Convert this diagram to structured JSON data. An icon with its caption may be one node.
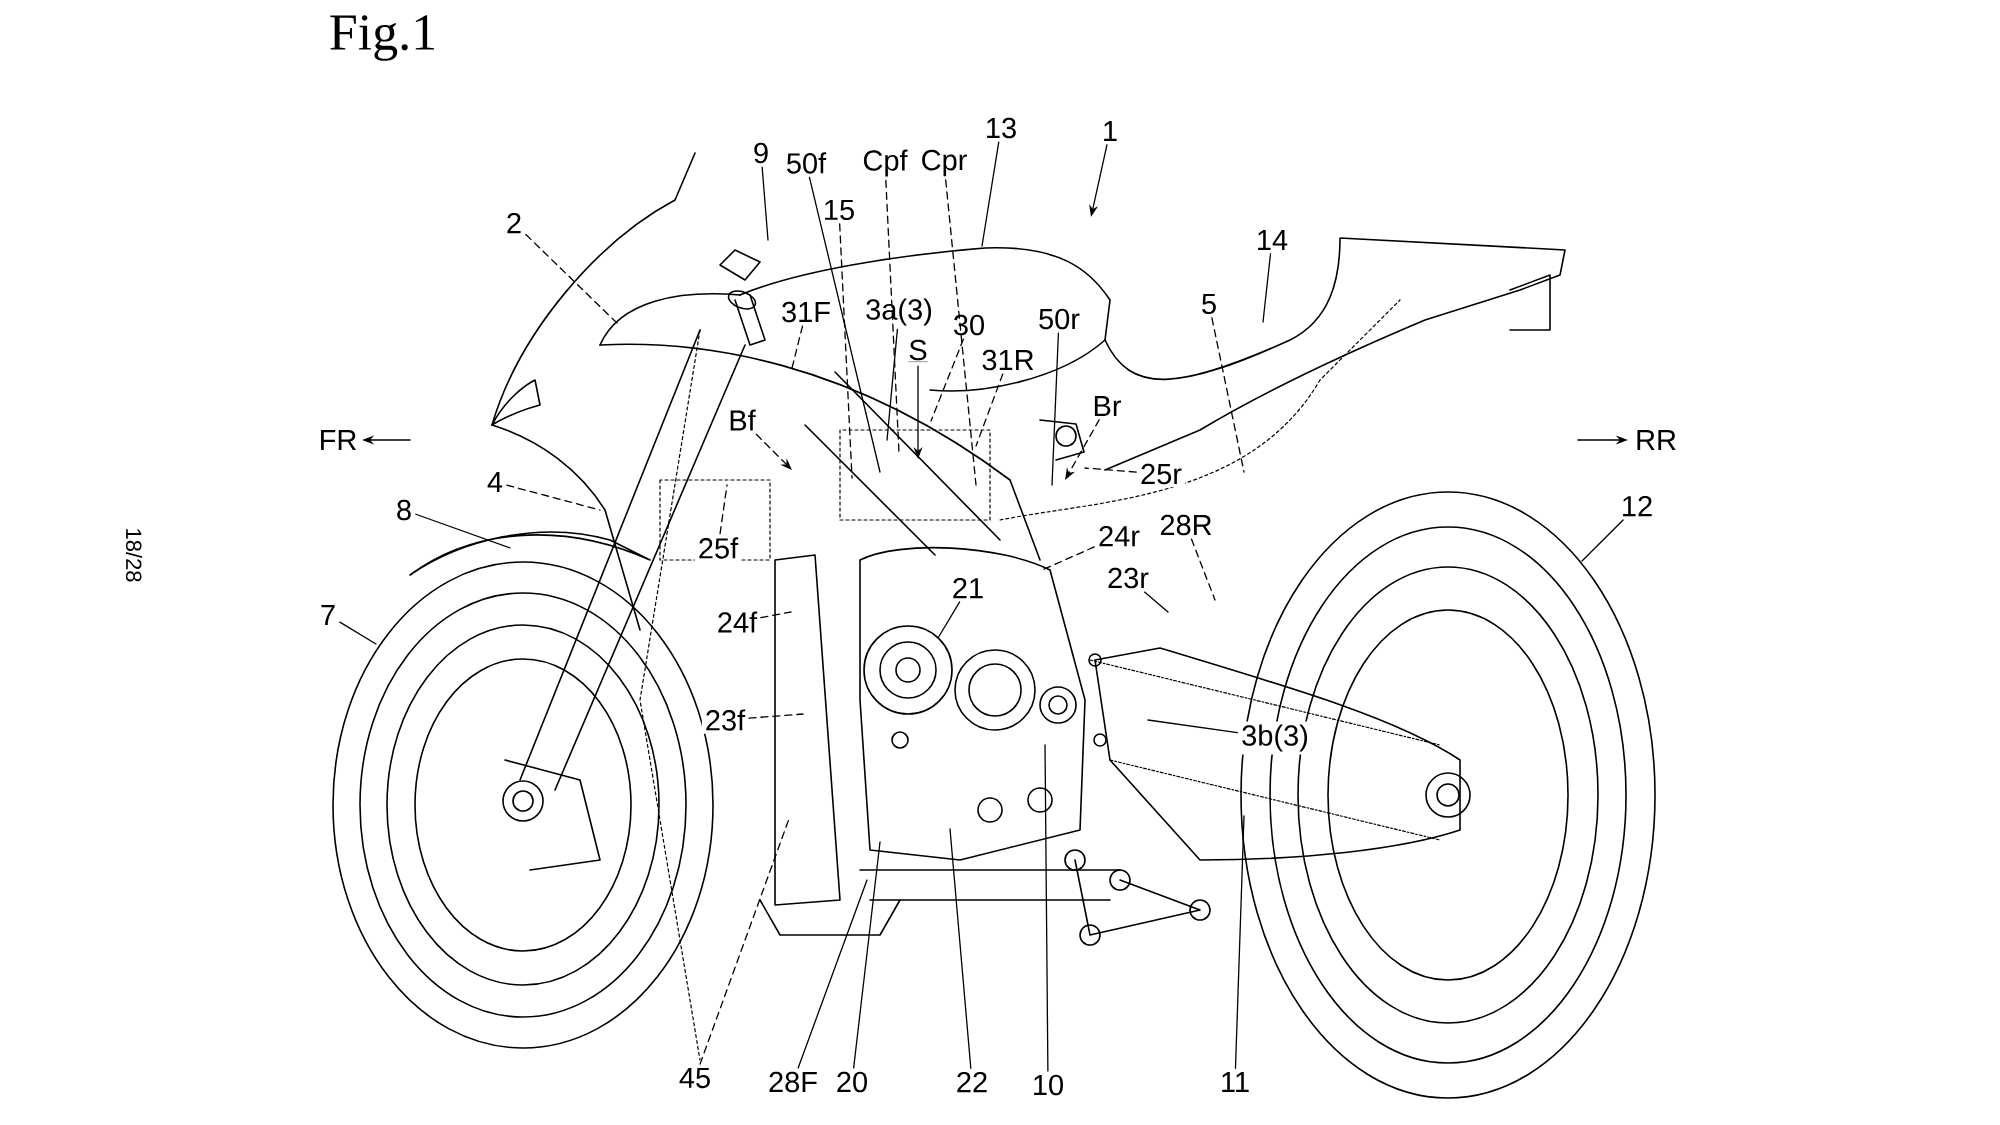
{
  "diagram": {
    "title": "Fig.1",
    "nodes": [
      {
        "text": [
          "1"
        ]
      },
      {
        "text": [
          "13"
        ]
      },
      {
        "text": [
          "9"
        ]
      },
      {
        "text": [
          "50f"
        ]
      },
      {
        "text": [
          "Cpf"
        ]
      },
      {
        "text": [
          "Cpr"
        ]
      },
      {
        "text": [
          "15"
        ]
      },
      {
        "text": [
          "2"
        ]
      },
      {
        "text": [
          "14"
        ]
      },
      {
        "text": [
          "5"
        ]
      },
      {
        "text": [
          "31F"
        ]
      },
      {
        "text": [
          "3a(3)"
        ]
      },
      {
        "text": [
          "30"
        ]
      },
      {
        "text": [
          "50r"
        ]
      },
      {
        "text": [
          "S"
        ]
      },
      {
        "text": [
          "31R"
        ]
      },
      {
        "text": [
          "Br"
        ]
      },
      {
        "text": [
          "Bf"
        ]
      },
      {
        "text": [
          "25r"
        ]
      },
      {
        "text": [
          "4"
        ]
      },
      {
        "text": [
          "8"
        ]
      },
      {
        "text": [
          "12"
        ]
      },
      {
        "text": [
          "24r"
        ]
      },
      {
        "text": [
          "28R"
        ]
      },
      {
        "text": [
          "25f"
        ]
      },
      {
        "text": [
          "23r"
        ]
      },
      {
        "text": [
          "24f"
        ]
      },
      {
        "text": [
          "21"
        ]
      },
      {
        "text": [
          "7"
        ]
      },
      {
        "text": [
          "23f"
        ]
      },
      {
        "text": [
          "3b(3)"
        ]
      },
      {
        "text": [
          "45"
        ]
      },
      {
        "text": [
          "28F"
        ]
      },
      {
        "text": [
          "20"
        ]
      },
      {
        "text": [
          "22"
        ]
      },
      {
        "text": [
          "10"
        ]
      },
      {
        "text": [
          "11"
        ]
      }
    ],
    "edges": [
      {
        "from": 0,
        "to": null,
        "arrow": "to"
      },
      {
        "from": 1,
        "to": null,
        "arrow": "none"
      },
      {
        "from": 2,
        "to": null,
        "arrow": "none"
      },
      {
        "from": 3,
        "to": null,
        "arrow": "none"
      },
      {
        "from": 4,
        "to": null,
        "arrow": "none",
        "style": "dashed"
      },
      {
        "from": 5,
        "to": null,
        "arrow": "none",
        "style": "dashed"
      },
      {
        "from": 6,
        "to": null,
        "arrow": "none",
        "style": "dashed"
      },
      {
        "from": 7,
        "to": null,
        "arrow": "none",
        "style": "dashed"
      },
      {
        "from": 8,
        "to": null,
        "arrow": "none"
      },
      {
        "from": 9,
        "to": null,
        "arrow": "none",
        "style": "dashed"
      },
      {
        "from": 10,
        "to": null,
        "arrow": "none",
        "style": "dashed"
      },
      {
        "from": 11,
        "to": null,
        "arrow": "none"
      },
      {
        "from": 12,
        "to": null,
        "arrow": "none",
        "style": "dashed"
      },
      {
        "from": 13,
        "to": null,
        "arrow": "none"
      },
      {
        "from": 14,
        "to": null,
        "arrow": "to"
      },
      {
        "from": 15,
        "to": null,
        "arrow": "none",
        "style": "dashed"
      },
      {
        "from": 16,
        "to": null,
        "arrow": "to",
        "style": "dashed"
      },
      {
        "from": 17,
        "to": null,
        "arrow": "to",
        "style": "dashed"
      },
      {
        "from": 18,
        "to": null,
        "arrow": "none",
        "style": "dashed"
      },
      {
        "from": 19,
        "to": null,
        "arrow": "none",
        "style": "dashed"
      },
      {
        "from": 20,
        "to": null,
        "arrow": "none"
      },
      {
        "from": 21,
        "to": null,
        "arrow": "none"
      },
      {
        "from": 22,
        "to": null,
        "arrow": "none",
        "style": "dashed"
      },
      {
        "from": 23,
        "to": null,
        "arrow": "none",
        "style": "dashed"
      },
      {
        "from": 24,
        "to": null,
        "arrow": "none",
        "style": "dashed"
      },
      {
        "from": 25,
        "to": null,
        "arrow": "none"
      },
      {
        "from": 26,
        "to": null,
        "arrow": "none",
        "style": "dashed"
      },
      {
        "from": 27,
        "to": null,
        "arrow": "none"
      },
      {
        "from": 28,
        "to": null,
        "arrow": "none"
      },
      {
        "from": 29,
        "to": null,
        "arrow": "none",
        "style": "dashed"
      },
      {
        "from": 30,
        "to": null,
        "arrow": "none"
      },
      {
        "from": 31,
        "to": null,
        "arrow": "none",
        "style": "dashed"
      },
      {
        "from": 32,
        "to": null,
        "arrow": "none"
      },
      {
        "from": 33,
        "to": null,
        "arrow": "none"
      },
      {
        "from": 34,
        "to": null,
        "arrow": "none"
      },
      {
        "from": 35,
        "to": null,
        "arrow": "none"
      },
      {
        "from": 36,
        "to": null,
        "arrow": "none"
      }
    ],
    "labels": [
      "FR",
      "RR",
      "18/28"
    ]
  }
}
